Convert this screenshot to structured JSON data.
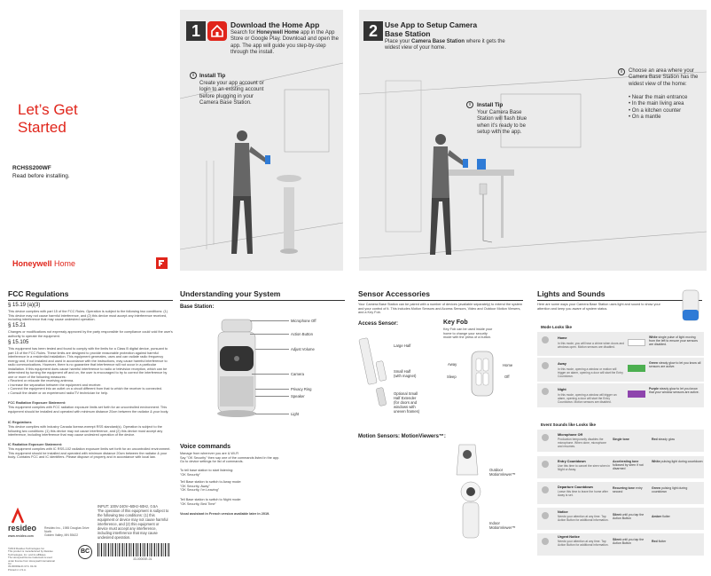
{
  "cover": {
    "title_line1": "Let’s Get",
    "title_line2": "Started",
    "model": "RCHSS200WF",
    "subtitle": "Read before installing.",
    "brand_bold": "Honeywell",
    "brand_light": " Home"
  },
  "step1": {
    "number": "1",
    "title": "Download the Home App",
    "body_pre": "Search for ",
    "body_bold": "Honeywell Home",
    "body_post": " app in the App Store or Google Play. Download and open the app. The app will guide you step-by-step through the install.",
    "tip_title": "Install Tip",
    "tip_body": "Create your app account or login to an existing account before plugging in your Camera Base Station."
  },
  "step2": {
    "number": "2",
    "title_line1": "Use App to Setup Camera",
    "title_line2": "Base Station",
    "body_pre": "Place your ",
    "body_bold": "Camera Base Station",
    "body_post": " where it gets the widest view of your home.",
    "tip_title": "Install Tip",
    "tip_body": "Your Camera Base Station will flash blue when it’s ready to be setup with the app.",
    "choose_intro": "Choose an area where your Camera Base Station has the widest view of the home:",
    "choose_items": [
      "Near the main entrance",
      "In the main living area",
      "On a kitchen counter",
      "On a mantle"
    ]
  },
  "fcc": {
    "title": "FCC Regulations",
    "s1_head": "§ 15.19 (a)(3)",
    "s1_body": "This device complies with part 15 of the FCC Rules. Operation is subject to the following two conditions: (1) This device may not cause harmful interference, and (2) this device must accept any interference received, including interference that may cause undesired operation.",
    "s2_head": "§ 15.21",
    "s2_body": "Changes or modifications not expressly approved by the party responsible for compliance could void the user's authority to operate the equipment.",
    "s3_head": "§ 15.105",
    "s3_body": "This equipment has been tested and found to comply with the limits for a Class B digital device, pursuant to part 15 of the FCC Rules. These limits are designed to provide reasonable protection against harmful interference in a residential installation. This equipment generates, uses and can radiate radio frequency energy and, if not installed and used in accordance with the instructions, may cause harmful interference to radio communications. However, there is no guarantee that interference will not occur in a particular installation. If this equipment does cause harmful interference to radio or television reception, which can be determined by turning the equipment off and on, the user is encouraged to try to correct the interference by one or more of the following measures:",
    "bullets": [
      "• Reorient or relocate the receiving antenna.",
      "• Increase the separation between the equipment and receiver.",
      "• Connect the equipment into an outlet on a circuit different from that to which the receiver is connected.",
      "• Consult the dealer or an experienced radio/TV technician for help."
    ],
    "rf_head": "FCC Radiation Exposure Statement:",
    "rf_body": "This equipment complies with FCC radiation exposure limits set forth for an uncontrolled environment. This equipment should be installed and operated with minimum distance 20cm between the radiator & your body.",
    "ic_head": "IC Regulations",
    "ic_body": "This device complies with Industry Canada license-exempt RSS standard(s). Operation is subject to the following two conditions: (1) this device may not cause interference, and (2) this device must accept any interference, including interference that may cause undesired operation of the device.",
    "icr_head": "IC Radiation Exposure Statement:",
    "icr_body": "This equipment complies with IC RSS-102 radiation exposure limits set forth for an uncontrolled environment. This equipment should be installed and operated with minimum distance 20cm between the radiator & your body. Contains FCC and IC identifiers. Please dispose of properly and in accordance with local law.",
    "logo_text": "resideo",
    "address": "Resideo Inc., 1985 Douglas Drive North\nGolden Valley, MN 55422",
    "website": "www.resideo.com",
    "legal": "©2019 Resideo Technologies Inc.\nThis product is manufactured by Resideo Technologies, Inc. and its affiliates.\nThe Honeywell Home trademark is used under license from Honeywell International Inc.\n33-00000E-01 M.S. 02-19\nPrinted in U.S.A.",
    "input_text": "INPUT: 100V-240V~50Hz-60Hz, 0.5A\nThe operation of this equipment is subject to the following two conditions: (1) this equipment or device may not cause harmful interference, and (2) this equipment or device must accept any interference, including interference that may cause undesired operation.",
    "bc_mark": "BC",
    "barcode_number": "33-00000E-01"
  },
  "system": {
    "title": "Understanding your System",
    "base_label": "Base Station:",
    "callouts": [
      "Microphone Off",
      "Action Button",
      "Adjust Volume",
      "Camera",
      "Privacy Ring",
      "Speaker",
      "Light"
    ],
    "voice_title": "Voice commands",
    "voice_intro": "Manage from wherever you are & Wi-Fi\nSay \"OK Security\" then say one of the commands listed in the app.\nGo to device settings for list of commands.",
    "voice_cmds": [
      "To tell base station to start listening:\n\"OK Security\"",
      "Tell Base station to switch to Away mode:\n\"OK Security, Away\"\n\"OK Security, I'm Leaving\"",
      "Tell Base station to switch to Night mode:\n\"OK Security, Bed Time\""
    ],
    "voice_note": "Vocal assistant in French version available later in 2019."
  },
  "sensors": {
    "title": "Sensor Accessories",
    "intro": "Your Camera Base Station can be paired with a number of devices (available separately) to extend the system and your control of it. This includes Motion Sensors and Access Sensors, Video and Outdoor Motion Viewers, and a Key Fob.",
    "access_title": "Access Sensor:",
    "access_labels": [
      "Large Half",
      "Small Half\n(with magnet)",
      "Optional Small\nHalf Extender\n(for doors and\nwindows with\nuneven frames)"
    ],
    "keyfob_title": "Key Fob",
    "keyfob_desc": "Key Fob can be used inside your home to change your security mode with the press of a button.",
    "keyfob_labels": [
      "Away",
      "Home",
      "Sleep",
      "Off"
    ],
    "motion_title": "Motion Sensors: MotionViewers™:",
    "motion_labels": [
      "Outdoor\nMotionViewer™",
      "Indoor\nMotionViewer™"
    ]
  },
  "lights": {
    "title": "Lights and Sounds",
    "intro": "Here are some ways your Camera Base Station uses light and sound to show your attention and keep you aware of system status.",
    "modes_title": "Mode Looks like",
    "modes": [
      {
        "label": "Home",
        "desc": "In this mode, you will hear a chime when doors and windows open. Motion sensors are disabled.",
        "right_bold": "White",
        "right": " single pulse of light moving from the left to ensure your sensors are disabled.",
        "color": "#ffffff"
      },
      {
        "label": "Away",
        "desc": "In this mode, opening a window or motion will trigger an alarm, opening a door will start the Entry Countdown.",
        "right_bold": "Green",
        "right": " steady glow to let you know all sensors are active.",
        "color": "#4caf50"
      },
      {
        "label": "Night",
        "desc": "In this mode, opening a window will trigger an alarm, opening a door will start the Entry Countdown. Motion sensors are disabled.",
        "right_bold": "Purple",
        "right": " steady glow to let you know that your window sensors are active.",
        "color": "#8e44ad"
      }
    ],
    "events_title": "Event Sounds like Looks like",
    "events": [
      {
        "label": "Microphone Off",
        "desc": "Production temporarily disables the microphone. When done, microphone and resumes.",
        "sound_bold": "Single tone",
        "sound": "",
        "look_bold": "Red",
        "look": " steady glow",
        "color": "#d32f2f"
      },
      {
        "label": "Entry Countdown",
        "desc": "Use this time to cancel the siren when in Night or Away.",
        "sound_bold": "Accelerating tone",
        "sound": " followed by siren if not disarmed",
        "look_bold": "White",
        "look": " pulsing light during countdown",
        "color": "#ffffff"
      },
      {
        "label": "Departure Countdown",
        "desc": "Leave this time to leave the home after Away is set.",
        "sound_bold": "Recurring tone",
        "sound": " entry second",
        "look_bold": "Green",
        "look": " pulsing light during countdown",
        "color": "#4caf50"
      },
      {
        "label": "Notice",
        "desc": "Needs your attention at any time. Tap Action Button for additional information.",
        "sound_bold": "Silent",
        "sound": " until you tap the Action Button",
        "look_bold": "Amber",
        "look": " flutter",
        "color": "#f5a623"
      },
      {
        "label": "Urgent Notice",
        "desc": "Needs your attention at any time. Tap Action Button for additional information.",
        "sound_bold": "Silent",
        "sound": " until you tap the Action Button",
        "look_bold": "Red",
        "look": " flutter",
        "color": "#d32f2f"
      }
    ]
  },
  "colors": {
    "accent_red": "#e0251b",
    "dark": "#333333",
    "panel": "#ebebeb"
  },
  "icons": [
    "home-app-icon",
    "info-icon",
    "honeywell-flag-icon",
    "resideo-logo-icon"
  ]
}
